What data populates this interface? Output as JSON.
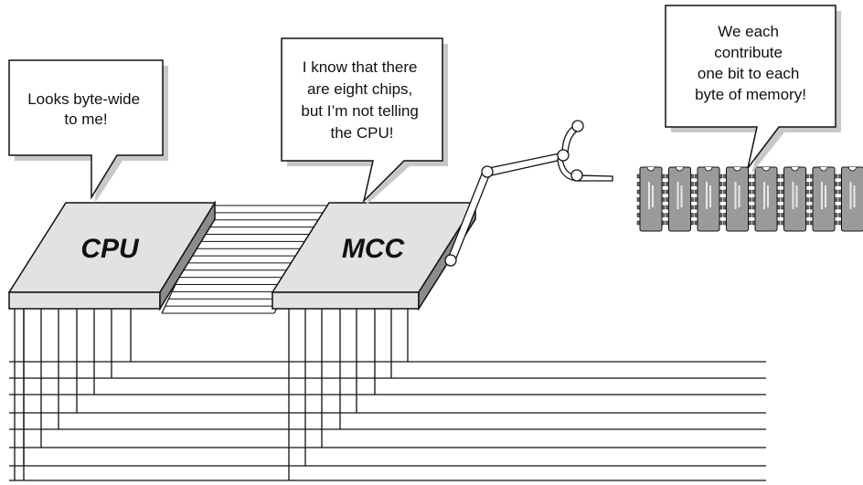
{
  "cpu": {
    "label": "CPU",
    "speech": [
      "Looks byte-wide",
      "to me!"
    ]
  },
  "mcc": {
    "label": "MCC",
    "speech": [
      "I know that there",
      "are eight chips,",
      "but I’m not telling",
      "the CPU!"
    ]
  },
  "memory": {
    "chip_count": 8,
    "speech": [
      "We each",
      "contribute",
      "one bit to each",
      "byte of memory!"
    ]
  },
  "colors": {
    "chip_face": "#e2e2e2",
    "chip_side": "#8c8c8c",
    "memory_chip": "#9a9a9a",
    "line": "#111111"
  }
}
